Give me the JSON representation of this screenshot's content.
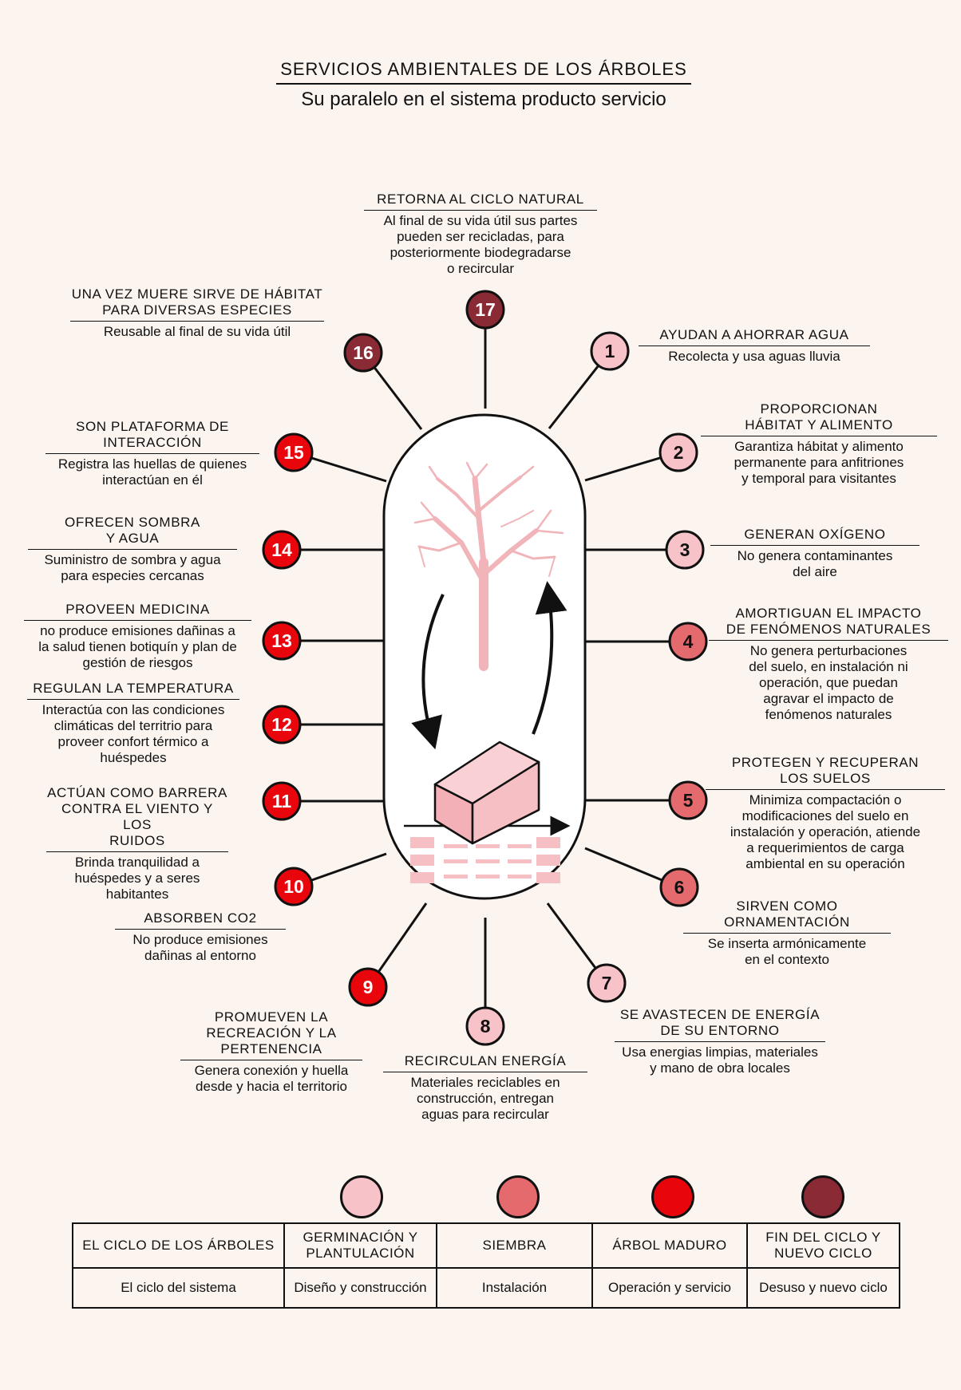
{
  "header": {
    "title": "SERVICIOS AMBIENTALES DE LOS ÁRBOLES",
    "subtitle": "Su paralelo en el sistema producto servicio"
  },
  "colors": {
    "stage1": "#f8c3c8",
    "stage2": "#e46a6e",
    "stage3": "#e8050c",
    "stage4": "#8a2a34",
    "capsule_fill": "#ffffff",
    "illustration": "#f1b5b9"
  },
  "icons": [
    "tree-icon",
    "building-icon",
    "cycle-arrow-icon"
  ],
  "services": [
    {
      "n": "1",
      "stage": 1,
      "title": "AYUDAN A AHORRAR AGUA",
      "desc": "Recolecta y usa aguas lluvia"
    },
    {
      "n": "2",
      "stage": 1,
      "title": "PROPORCIONAN\nHÁBITAT Y ALIMENTO",
      "desc": "Garantiza hábitat y alimento\npermanente para anfitriones\ny temporal para visitantes"
    },
    {
      "n": "3",
      "stage": 1,
      "title": "GENERAN OXÍGENO",
      "desc": "No genera contaminantes\ndel aire"
    },
    {
      "n": "4",
      "stage": 2,
      "title": "AMORTIGUAN EL IMPACTO\nDE FENÓMENOS NATURALES",
      "desc": "No genera perturbaciones\ndel suelo, en instalación ni\noperación, que  puedan\nagravar el impacto de\nfenómenos  naturales"
    },
    {
      "n": "5",
      "stage": 2,
      "title": "PROTEGEN Y RECUPERAN\nLOS SUELOS",
      "desc": "Minimiza compactación o\nmodificaciones del suelo en\ninstalación y operación, atiende\na requerimientos de carga\nambiental en su operación"
    },
    {
      "n": "6",
      "stage": 2,
      "title": "SIRVEN COMO\nORNAMENTACIÓN",
      "desc": "Se inserta armónicamente\nen el contexto"
    },
    {
      "n": "7",
      "stage": 1,
      "title": "SE AVASTECEN DE ENERGÍA\nDE SU ENTORNO",
      "desc": "Usa energias limpias, materiales\ny mano de obra locales"
    },
    {
      "n": "8",
      "stage": 1,
      "title": "RECIRCULAN ENERGÍA",
      "desc": "Materiales reciclables  en\nconstrucción, entregan\naguas para recircular"
    },
    {
      "n": "9",
      "stage": 3,
      "title": "PROMUEVEN LA\nRECREACIÓN Y LA\nPERTENENCIA",
      "desc": "Genera conexión y huella\ndesde y hacia el territorio"
    },
    {
      "n": "10",
      "stage": 3,
      "title": "ABSORBEN CO2",
      "desc": "No produce emisiones\ndañinas al entorno"
    },
    {
      "n": "11",
      "stage": 3,
      "title": "ACTÚAN COMO BARRERA\nCONTRA EL VIENTO Y LOS\nRUIDOS",
      "desc": "Brinda tranquilidad a\nhuéspedes y a seres\nhabitantes"
    },
    {
      "n": "12",
      "stage": 3,
      "title": "REGULAN LA TEMPERATURA",
      "desc": "Interactúa con las condiciones\nclimáticas del territrio para\nproveer confort térmico a\nhuéspedes"
    },
    {
      "n": "13",
      "stage": 3,
      "title": "PROVEEN MEDICINA",
      "desc": "no produce emisiones dañinas a\nla salud tienen botiquín y plan de\ngestión de riesgos"
    },
    {
      "n": "14",
      "stage": 3,
      "title": "OFRECEN SOMBRA\nY AGUA",
      "desc": "Suministro de sombra y agua\npara especies cercanas"
    },
    {
      "n": "15",
      "stage": 3,
      "title": "SON PLATAFORMA DE\nINTERACCIÓN",
      "desc": "Registra las huellas de quienes\ninteractúan en él"
    },
    {
      "n": "16",
      "stage": 4,
      "title": "UNA VEZ MUERE SIRVE DE HÁBITAT\nPARA DIVERSAS ESPECIES",
      "desc": "Reusable al final de su vida útil"
    },
    {
      "n": "17",
      "stage": 4,
      "title": "RETORNA AL CICLO NATURAL",
      "desc": "Al final de su vida útil sus partes\npueden ser recicladas, para\nposteriormente biodegradarse\no recircular"
    }
  ],
  "legend": {
    "row1": [
      "EL CICLO DE LOS ÁRBOLES",
      "GERMINACIÓN Y PLANTULACIÓN",
      "SIEMBRA",
      "ÁRBOL MADURO",
      "FIN DEL CICLO Y NUEVO CICLO"
    ],
    "row2": [
      "El ciclo del sistema",
      "Diseño y construcción",
      "Instalación",
      "Operación y servicio",
      "Desuso y nuevo ciclo"
    ]
  }
}
